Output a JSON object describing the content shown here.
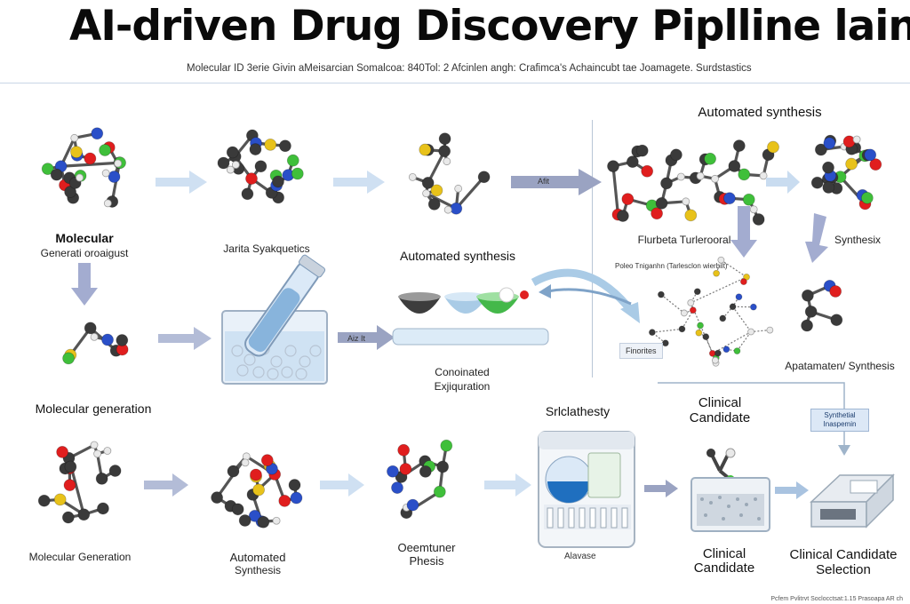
{
  "title": "AI-driven Drug Discovery Piplline lain",
  "subtitle": "Molecular ID 3erie Givin aMeisarcian Somalcoa: 840Tol: 2 Afcinlen angh: Crafimca's Achaincubt tae Joamagete. Surdstastics",
  "labels": {
    "r1_automated_synthesis": "Automated synthesis",
    "r1_molecular": "Molecular",
    "r1_generati": "Generati oroaigust",
    "r1_jarita": "Jarita Syakquetics",
    "r1_arrow_tag": "Afit",
    "r1_flurbeta": "Flurbeta Turlerooral",
    "r1_synthesix": "Synthesix",
    "r2_automated_synthesis": "Automated synthesis",
    "r2_arrow_tag": "Aiz It",
    "r2_poleo": "Poleo Tniganhn (Tarlesclon wierbilt)",
    "r2_finorites": "Finorites",
    "r2_conoinated": "Conoinated",
    "r2_exjiquration": "Exjiquration",
    "r2_apatamaten": "Apatamaten/ Synthesis",
    "r2_molecular_generation": "Molecular generation",
    "r2_srlclathesty": "Srlclathesty",
    "r2_clinical_candidate": "Clinical Candidate",
    "r2_synthetial": "Synthetial Inaspemin",
    "r3_molecular_generation": "Molecular Generation",
    "r3_automated_synthesis": "Automated Synthesis",
    "r3_oeemtuner": "Oeemtuner Phesis",
    "r3_alavase": "Alavase",
    "r3_clinical_candidate": "Clinical Candidate",
    "r3_clinical_candidate_selection": "Clinical Candidate Selection"
  },
  "footer": "Pcfem Pvlitrvt Soclocctsat:1.15 Prasoapa AR ch",
  "colors": {
    "carbon": "#3a3a3a",
    "oxygen": "#e01e1e",
    "nitrogen": "#2a4fc8",
    "chlorine": "#3fbf3a",
    "sulfur": "#e8c21a",
    "hydrogen": "#e9e9e9",
    "arrow": "#a9c3e0",
    "arrow_dark": "#8e98b8"
  }
}
